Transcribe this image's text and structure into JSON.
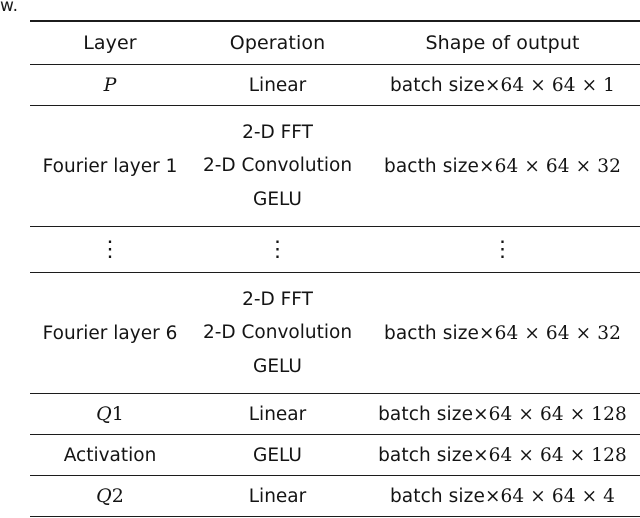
{
  "page": {
    "stray_text_fragment": "w.",
    "background_color": "#ffffff",
    "rule_color": "#1c1c1c"
  },
  "table": {
    "name": "network-architecture-table",
    "columns": [
      {
        "key": "layer",
        "header": "Layer"
      },
      {
        "key": "operation",
        "header": "Operation"
      },
      {
        "key": "shape",
        "header": "Shape of output"
      }
    ],
    "rows": [
      {
        "type": "simple",
        "layer": "P",
        "layer_style": "math-italic",
        "operations": [
          "Linear"
        ],
        "shape_label": "batch size",
        "shape_sep": "×",
        "shape_dims": [
          "64",
          "64",
          "1"
        ]
      },
      {
        "type": "block",
        "layer": "Fourier layer 1",
        "layer_style": "plain",
        "operations": [
          "2-D FFT",
          "2-D Convolution",
          "GELU"
        ],
        "shape_label": "bacth size",
        "shape_sep": "×",
        "shape_dims": [
          "64",
          "64",
          "32"
        ]
      },
      {
        "type": "dots",
        "layer": "⋮",
        "operations": [
          "⋮"
        ],
        "shape_dots": "⋮"
      },
      {
        "type": "block",
        "layer": "Fourier layer 6",
        "layer_style": "plain",
        "operations": [
          "2-D FFT",
          "2-D Convolution",
          "GELU"
        ],
        "shape_label": "bacth size",
        "shape_sep": "×",
        "shape_dims": [
          "64",
          "64",
          "32"
        ]
      },
      {
        "type": "simple",
        "layer": "Q1",
        "layer_style": "math-italic-first",
        "operations": [
          "Linear"
        ],
        "shape_label": "batch size",
        "shape_sep": "×",
        "shape_dims": [
          "64",
          "64",
          "128"
        ]
      },
      {
        "type": "simple",
        "layer": "Activation",
        "layer_style": "plain",
        "operations": [
          "GELU"
        ],
        "shape_label": "batch size",
        "shape_sep": "×",
        "shape_dims": [
          "64",
          "64",
          "128"
        ]
      },
      {
        "type": "simple",
        "layer": "Q2",
        "layer_style": "math-italic-first",
        "operations": [
          "Linear"
        ],
        "shape_label": "batch size",
        "shape_sep": "×",
        "shape_dims": [
          "64",
          "64",
          "4"
        ]
      }
    ],
    "symbols": {
      "multiplication_sign": "×",
      "vertical_ellipsis": "⋮"
    }
  }
}
